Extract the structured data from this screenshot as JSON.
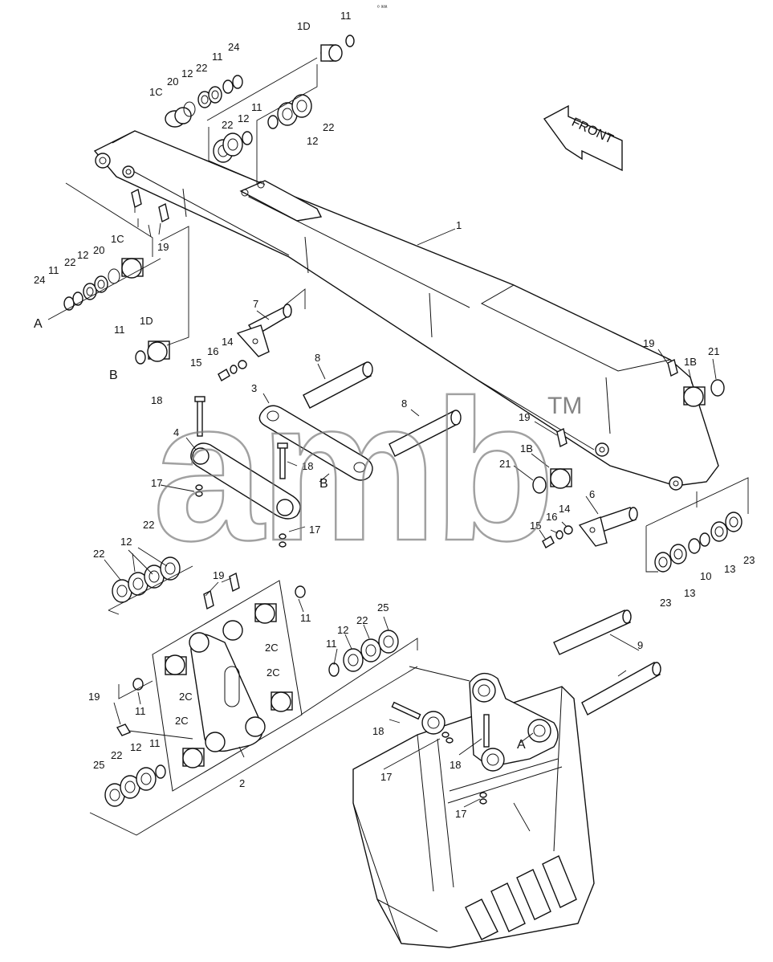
{
  "header_mark": "ᵒ ᵃᵃᵃ",
  "front_arrow": {
    "label": "FRONT"
  },
  "watermark": {
    "text": "amb",
    "trademark": "TM"
  },
  "callouts": [
    {
      "id": "c-1",
      "text": "1"
    },
    {
      "id": "c-1d-top",
      "text": "1D"
    },
    {
      "id": "c-11-top",
      "text": "11"
    },
    {
      "id": "c-24-top",
      "text": "24"
    },
    {
      "id": "c-11-b",
      "text": "11"
    },
    {
      "id": "c-22-a",
      "text": "22"
    },
    {
      "id": "c-12-a",
      "text": "12"
    },
    {
      "id": "c-20-a",
      "text": "20"
    },
    {
      "id": "c-1c-a",
      "text": "1C"
    },
    {
      "id": "c-11-c",
      "text": "11"
    },
    {
      "id": "c-22-b",
      "text": "22"
    },
    {
      "id": "c-12-b",
      "text": "12"
    },
    {
      "id": "c-22-c",
      "text": "22"
    },
    {
      "id": "c-12-c",
      "text": "12"
    },
    {
      "id": "c-19-a",
      "text": "19"
    },
    {
      "id": "c-1c-b",
      "text": "1C"
    },
    {
      "id": "c-20-b",
      "text": "20"
    },
    {
      "id": "c-12-d",
      "text": "12"
    },
    {
      "id": "c-22-d",
      "text": "22"
    },
    {
      "id": "c-11-d",
      "text": "11"
    },
    {
      "id": "c-24-b",
      "text": "24"
    },
    {
      "id": "c-a-1",
      "text": "A"
    },
    {
      "id": "c-1d-b",
      "text": "1D"
    },
    {
      "id": "c-11-e",
      "text": "11"
    },
    {
      "id": "c-b-1",
      "text": "B"
    },
    {
      "id": "c-7",
      "text": "7"
    },
    {
      "id": "c-14-a",
      "text": "14"
    },
    {
      "id": "c-16-a",
      "text": "16"
    },
    {
      "id": "c-15-a",
      "text": "15"
    },
    {
      "id": "c-8-a",
      "text": "8"
    },
    {
      "id": "c-3",
      "text": "3"
    },
    {
      "id": "c-8-b",
      "text": "8"
    },
    {
      "id": "c-18-a",
      "text": "18"
    },
    {
      "id": "c-4",
      "text": "4"
    },
    {
      "id": "c-18-b",
      "text": "18"
    },
    {
      "id": "c-b-2",
      "text": "B"
    },
    {
      "id": "c-17-a",
      "text": "17"
    },
    {
      "id": "c-17-b",
      "text": "17"
    },
    {
      "id": "c-19-b",
      "text": "19"
    },
    {
      "id": "c-1b-a",
      "text": "1B"
    },
    {
      "id": "c-21-a",
      "text": "21"
    },
    {
      "id": "c-19-c",
      "text": "19"
    },
    {
      "id": "c-1b-b",
      "text": "1B"
    },
    {
      "id": "c-21-b",
      "text": "21"
    },
    {
      "id": "c-6",
      "text": "6"
    },
    {
      "id": "c-14-b",
      "text": "14"
    },
    {
      "id": "c-16-b",
      "text": "16"
    },
    {
      "id": "c-15-b",
      "text": "15"
    },
    {
      "id": "c-23-a",
      "text": "23"
    },
    {
      "id": "c-13-a",
      "text": "13"
    },
    {
      "id": "c-10",
      "text": "10"
    },
    {
      "id": "c-13-b",
      "text": "13"
    },
    {
      "id": "c-23-b",
      "text": "23"
    },
    {
      "id": "c-22-e",
      "text": "22"
    },
    {
      "id": "c-12-e",
      "text": "12"
    },
    {
      "id": "c-22-f",
      "text": "22"
    },
    {
      "id": "c-19-d",
      "text": "19"
    },
    {
      "id": "c-11-f",
      "text": "11"
    },
    {
      "id": "c-2c-a",
      "text": "2C"
    },
    {
      "id": "c-2c-b",
      "text": "2C"
    },
    {
      "id": "c-2c-c",
      "text": "2C"
    },
    {
      "id": "c-2c-d",
      "text": "2C"
    },
    {
      "id": "c-11-g",
      "text": "11"
    },
    {
      "id": "c-19-e",
      "text": "19"
    },
    {
      "id": "c-2",
      "text": "2"
    },
    {
      "id": "c-25-a",
      "text": "25"
    },
    {
      "id": "c-22-g",
      "text": "22"
    },
    {
      "id": "c-12-f",
      "text": "12"
    },
    {
      "id": "c-11-h",
      "text": "11"
    },
    {
      "id": "c-11-i",
      "text": "11"
    },
    {
      "id": "c-12-g",
      "text": "12"
    },
    {
      "id": "c-22-h",
      "text": "22"
    },
    {
      "id": "c-25-b",
      "text": "25"
    },
    {
      "id": "c-9",
      "text": "9"
    },
    {
      "id": "c-18-c",
      "text": "18"
    },
    {
      "id": "c-18-d",
      "text": "18"
    },
    {
      "id": "c-17-c",
      "text": "17"
    },
    {
      "id": "c-a-2",
      "text": "A"
    },
    {
      "id": "c-17-d",
      "text": "17"
    }
  ]
}
